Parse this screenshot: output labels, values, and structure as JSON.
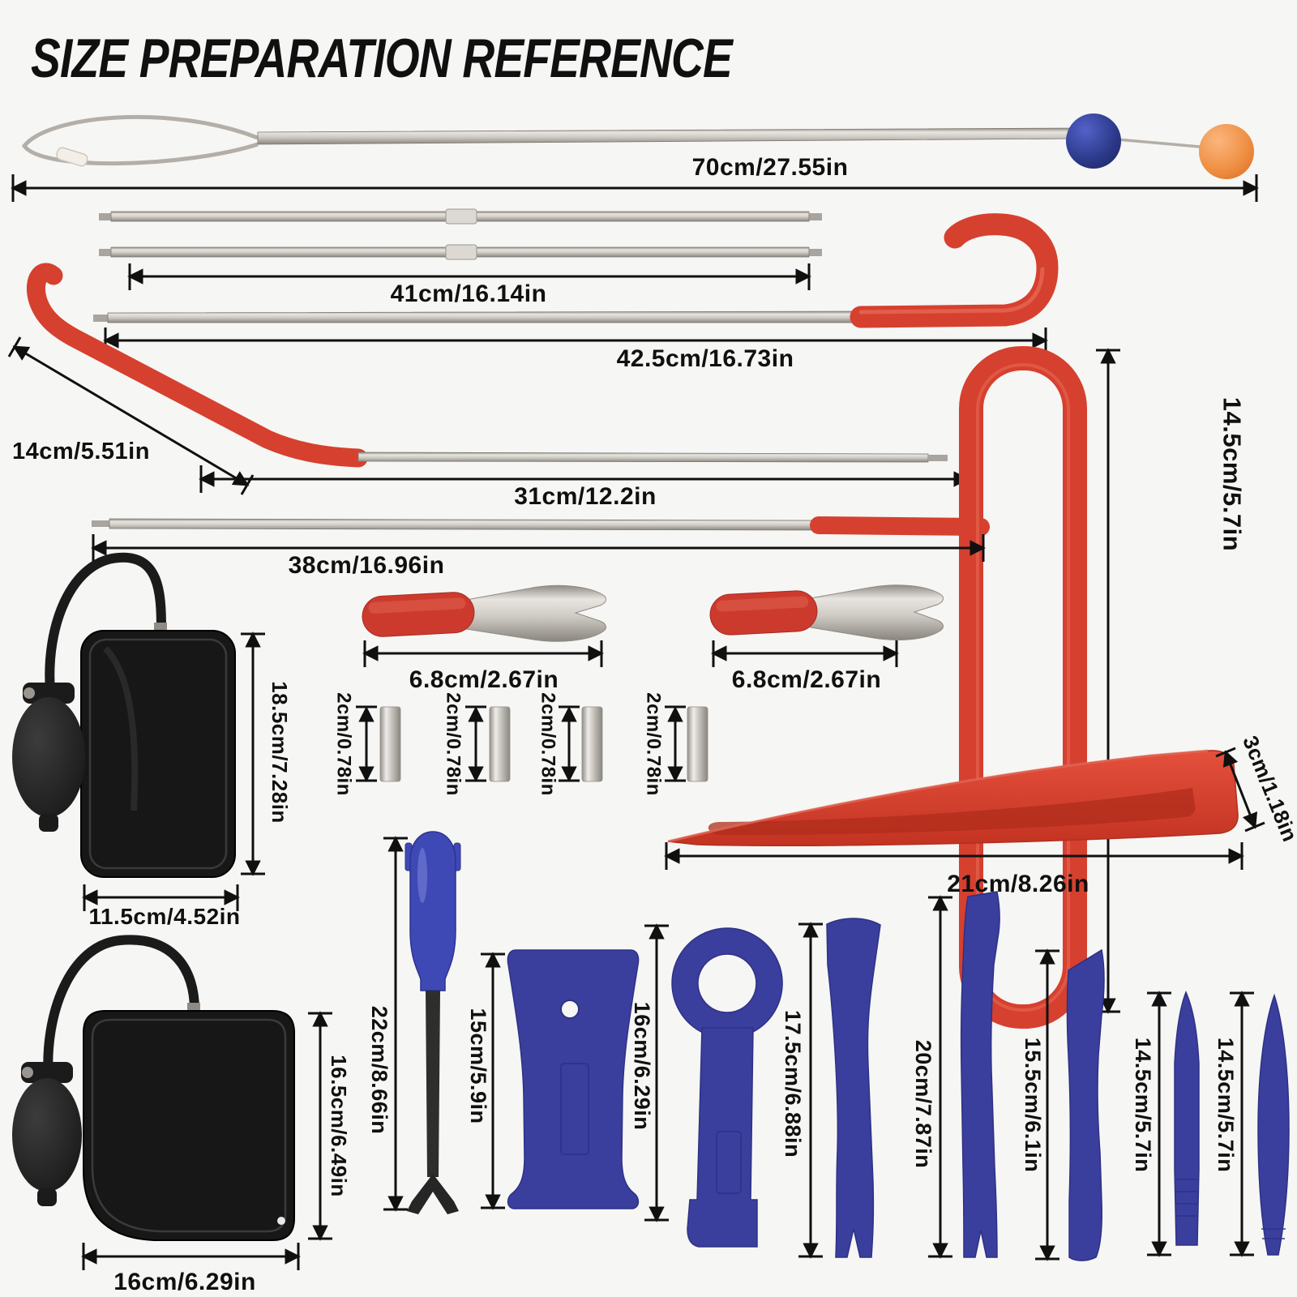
{
  "title": "SIZE PREPARATION REFERENCE",
  "colors": {
    "background": "#f6f6f4",
    "red_tool": "#d6402f",
    "blue_tool": "#3a3f9e",
    "metal": "#c9c4bd",
    "black_tool": "#171717",
    "dimension": "#101010",
    "ball_blue": "#2d3a8c",
    "ball_orange": "#ef8f43"
  },
  "measurements": {
    "long_reach_tool": "70cm/27.55in",
    "connector_rods": "41cm/16.14in",
    "hook_rod": "42.5cm/16.73in",
    "bent_tool": "14cm/5.51in",
    "rod_31": "31cm/12.2in",
    "rod_38": "38cm/16.96in",
    "t_handle_height": "14.5cm/5.7in",
    "wrench_1": "6.8cm/2.67in",
    "wrench_2": "6.8cm/2.67in",
    "cylinder_1": "2cm/0.78in",
    "cylinder_2": "2cm/0.78in",
    "cylinder_3": "2cm/0.78in",
    "cylinder_4": "2cm/0.78in",
    "pump_bag_1_height": "18.5cm/7.28in",
    "pump_bag_1_width": "11.5cm/4.52in",
    "wedge_height": "3cm/1.18in",
    "wedge_length": "21cm/8.26in",
    "pump_bag_2_height": "16.5cm/6.49in",
    "pump_bag_2_width": "16cm/6.29in",
    "fastener_remover": "22cm/8.66in",
    "wide_scraper": "15cm/5.9in",
    "ring_pull_tool": "16cm/6.29in",
    "notch_pry": "17.5cm/6.88in",
    "flat_pry": "20cm/7.87in",
    "wide_pry_bar": "15.5cm/6.1in",
    "stick_pry": "14.5cm/5.7in",
    "paddle_pry": "14.5cm/5.7in"
  }
}
